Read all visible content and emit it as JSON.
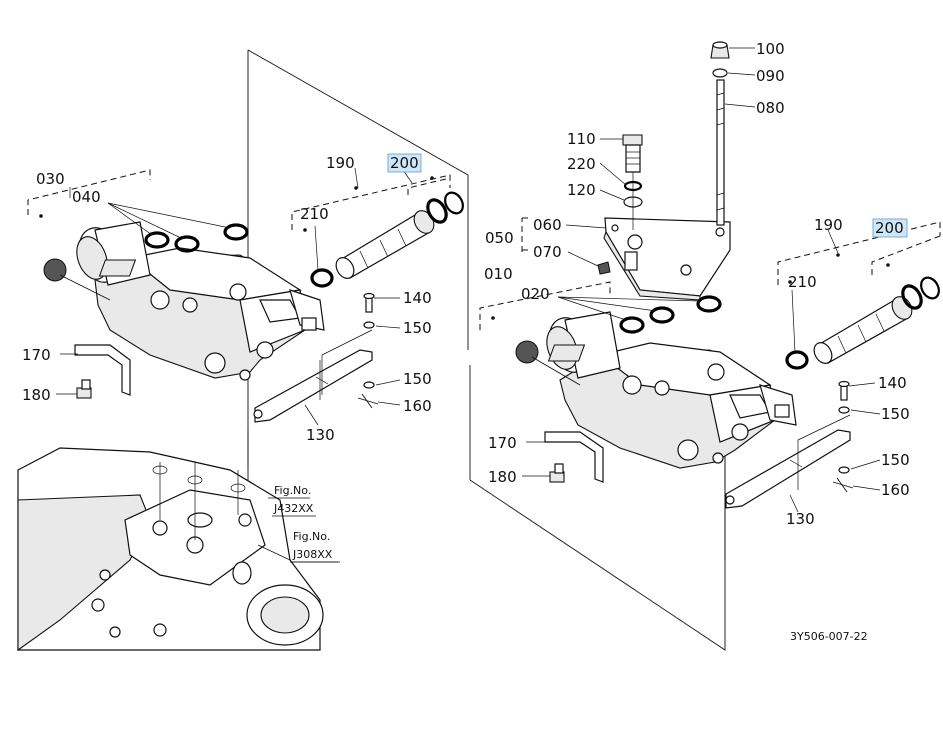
{
  "diagram": {
    "labels": {
      "p010": "010",
      "p020": "020",
      "p030": "030",
      "p040": "040",
      "p050": "050",
      "p060": "060",
      "p070": "070",
      "p080": "080",
      "p090": "090",
      "p100": "100",
      "p110": "110",
      "p120": "120",
      "p130": "130",
      "p140": "140",
      "p150": "150",
      "p160": "160",
      "p170": "170",
      "p180": "180",
      "p190": "190",
      "p200": "200",
      "p210": "210",
      "p220": "220"
    },
    "figure_refs": {
      "fig1_title": "Fig.No.",
      "fig1_code": "J432XX",
      "fig2_title": "Fig.No.",
      "fig2_code": "J308XX"
    },
    "drawing_code": "3Y506-007-22",
    "highlight_color": "#cfe6f7"
  }
}
